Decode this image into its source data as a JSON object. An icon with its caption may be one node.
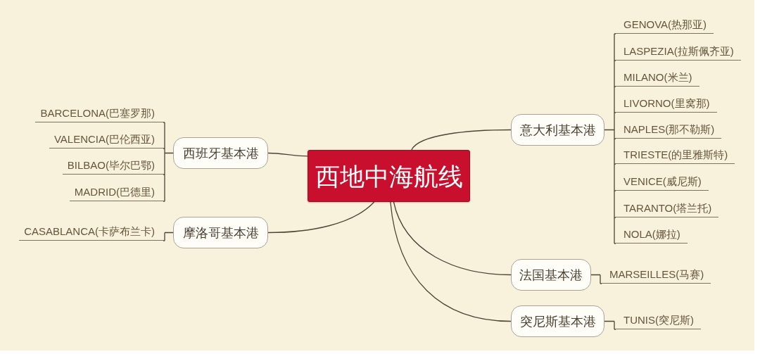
{
  "diagram": {
    "nodes": [
      {
        "text": [
          "西地中海航线"
        ]
      },
      {
        "text": [
          "西班牙基本港"
        ]
      },
      {
        "text": [
          "BARCELONA(巴塞罗那)"
        ]
      },
      {
        "text": [
          "VALENCIA(巴伦西亚)"
        ]
      },
      {
        "text": [
          "BILBAO(毕尔巴鄂)"
        ]
      },
      {
        "text": [
          "MADRID(巴德里)"
        ]
      },
      {
        "text": [
          "摩洛哥基本港"
        ]
      },
      {
        "text": [
          "CASABLANCA(卡萨布兰卡)"
        ]
      },
      {
        "text": [
          "意大利基本港"
        ]
      },
      {
        "text": [
          "GENOVA(热那亚)"
        ]
      },
      {
        "text": [
          "LASPEZIA(拉斯佩齐亚)"
        ]
      },
      {
        "text": [
          "MILANO(米兰)"
        ]
      },
      {
        "text": [
          "LIVORNO(里窝那)"
        ]
      },
      {
        "text": [
          "NAPLES(那不勒斯)"
        ]
      },
      {
        "text": [
          "TRIESTE(的里雅斯特)"
        ]
      },
      {
        "text": [
          "VENICE(威尼斯)"
        ]
      },
      {
        "text": [
          "TARANTO(塔兰托)"
        ]
      },
      {
        "text": [
          "NOLA(娜拉)"
        ]
      },
      {
        "text": [
          "法国基本港"
        ]
      },
      {
        "text": [
          "MARSEILLES(马赛)"
        ]
      },
      {
        "text": [
          "突尼斯基本港"
        ]
      },
      {
        "text": [
          "TUNIS(突尼斯)"
        ]
      }
    ],
    "edges": [
      {
        "from": 0,
        "to": 1,
        "arrow": "none"
      },
      {
        "from": 1,
        "to": 2,
        "arrow": "none"
      },
      {
        "from": 1,
        "to": 3,
        "arrow": "none"
      },
      {
        "from": 1,
        "to": 4,
        "arrow": "none"
      },
      {
        "from": 1,
        "to": 5,
        "arrow": "none"
      },
      {
        "from": 0,
        "to": 6,
        "arrow": "none"
      },
      {
        "from": 6,
        "to": 7,
        "arrow": "none"
      },
      {
        "from": 0,
        "to": 8,
        "arrow": "none"
      },
      {
        "from": 8,
        "to": 9,
        "arrow": "none"
      },
      {
        "from": 8,
        "to": 10,
        "arrow": "none"
      },
      {
        "from": 8,
        "to": 11,
        "arrow": "none"
      },
      {
        "from": 8,
        "to": 12,
        "arrow": "none"
      },
      {
        "from": 8,
        "to": 13,
        "arrow": "none"
      },
      {
        "from": 8,
        "to": 14,
        "arrow": "none"
      },
      {
        "from": 8,
        "to": 15,
        "arrow": "none"
      },
      {
        "from": 8,
        "to": 16,
        "arrow": "none"
      },
      {
        "from": 8,
        "to": 17,
        "arrow": "none"
      },
      {
        "from": 0,
        "to": 18,
        "arrow": "none"
      },
      {
        "from": 18,
        "to": 19,
        "arrow": "none"
      },
      {
        "from": 0,
        "to": 20,
        "arrow": "none"
      },
      {
        "from": 20,
        "to": 21,
        "arrow": "none"
      }
    ]
  }
}
